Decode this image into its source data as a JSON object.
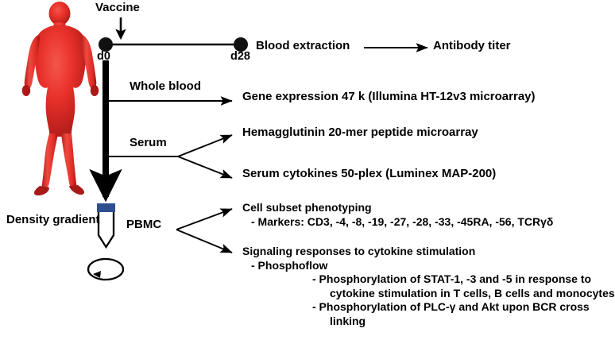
{
  "figure": {
    "type": "study-design-flow-diagram",
    "subject_label": "human-body-silhouette",
    "colors": {
      "body_red": "#e8302a",
      "body_red_dark": "#b3201c",
      "tube_cap_blue": "#2e4f8f",
      "line_black": "#000000",
      "background": "#ffffff"
    }
  },
  "timeline": {
    "vaccine_label": "Vaccine",
    "day0_label": "d0",
    "day28_label": "d28",
    "blood_extraction_label": "Blood extraction",
    "antibody_titer_label": "Antibody titer"
  },
  "branches": {
    "whole_blood": {
      "label": "Whole blood",
      "output": "Gene expression 47 k (Illumina HT-12v3 microarray)"
    },
    "serum": {
      "label": "Serum",
      "outputs": [
        "Hemagglutinin 20-mer peptide microarray",
        "Serum cytokines 50-plex (Luminex MAP-200)"
      ]
    },
    "pbmc": {
      "label": "PBMC",
      "density_gradient_label": "Density gradient",
      "outputs": [
        {
          "title": "Cell subset phenotyping",
          "items": [
            {
              "level": 1,
              "text": "-  Markers: CD3, -4, -8, -19, -27, -28, -33, -45RA, -56, TCRγδ"
            }
          ]
        },
        {
          "title": "Signaling responses to cytokine stimulation",
          "items": [
            {
              "level": 1,
              "text": "-  Phosphoflow"
            },
            {
              "level": 2,
              "text": "-  Phosphorylation of STAT-1, -3 and -5 in response to"
            },
            {
              "level": 3,
              "text": "cytokine stimulation in T cells, B cells and monocytes"
            },
            {
              "level": 2,
              "text": "-  Phosphorylation of PLC-γ and Akt upon BCR cross"
            },
            {
              "level": 3,
              "text": "linking"
            }
          ]
        }
      ]
    }
  }
}
